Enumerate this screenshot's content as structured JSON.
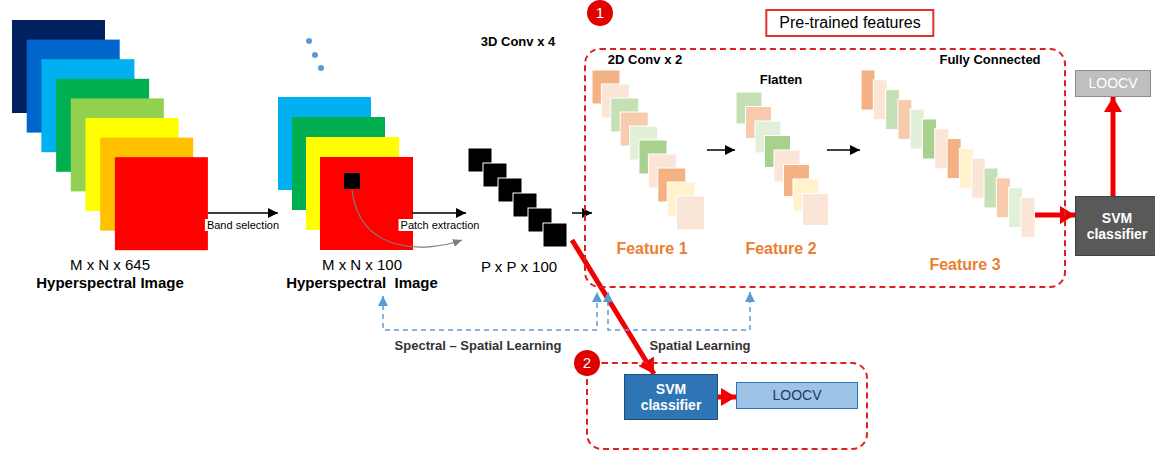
{
  "diagram": {
    "nodes": [
      {
        "text": [
          "M x N x 645",
          "Hyperspectral Image"
        ]
      },
      {
        "text": [
          "M x N x 100",
          "Hyperspectral  Image"
        ]
      },
      {
        "text": [
          "3D Conv x 4",
          "P x P x 100"
        ]
      },
      {
        "text": [
          "1",
          "Pre-trained features"
        ]
      },
      {
        "text": [
          "2D Conv x 2",
          "Feature 1"
        ],
        "in": 3
      },
      {
        "text": [
          "Flatten",
          "Feature 2"
        ],
        "in": 3
      },
      {
        "text": [
          "Fully Connected",
          "Feature 3"
        ],
        "in": 3
      },
      {
        "text": [
          "SVM classifier"
        ]
      },
      {
        "text": [
          "LOOCV"
        ]
      },
      {
        "text": [
          "2"
        ]
      },
      {
        "text": [
          "SVM classifier"
        ],
        "in": 9
      },
      {
        "text": [
          "LOOCV"
        ],
        "in": 9
      }
    ],
    "edges": [
      {
        "from": 0,
        "to": 1,
        "arrow": "to",
        "label": "Band selection"
      },
      {
        "from": 1,
        "to": 2,
        "arrow": "to",
        "label": "Patch extraction"
      },
      {
        "from": 2,
        "to": 4,
        "arrow": "to"
      },
      {
        "from": 4,
        "to": 5,
        "arrow": "to"
      },
      {
        "from": 5,
        "to": 6,
        "arrow": "to"
      },
      {
        "from": 6,
        "to": 7,
        "arrow": "to"
      },
      {
        "from": 7,
        "to": 8,
        "arrow": "to"
      },
      {
        "from": 2,
        "to": 10,
        "arrow": "to"
      },
      {
        "from": 10,
        "to": 11,
        "arrow": "to"
      },
      {
        "from": 1,
        "to": 4,
        "arrow": "both",
        "label": "Spectral – Spatial Learning"
      },
      {
        "from": 4,
        "to": 5,
        "arrow": "both",
        "label": "Spatial Learning"
      }
    ]
  }
}
